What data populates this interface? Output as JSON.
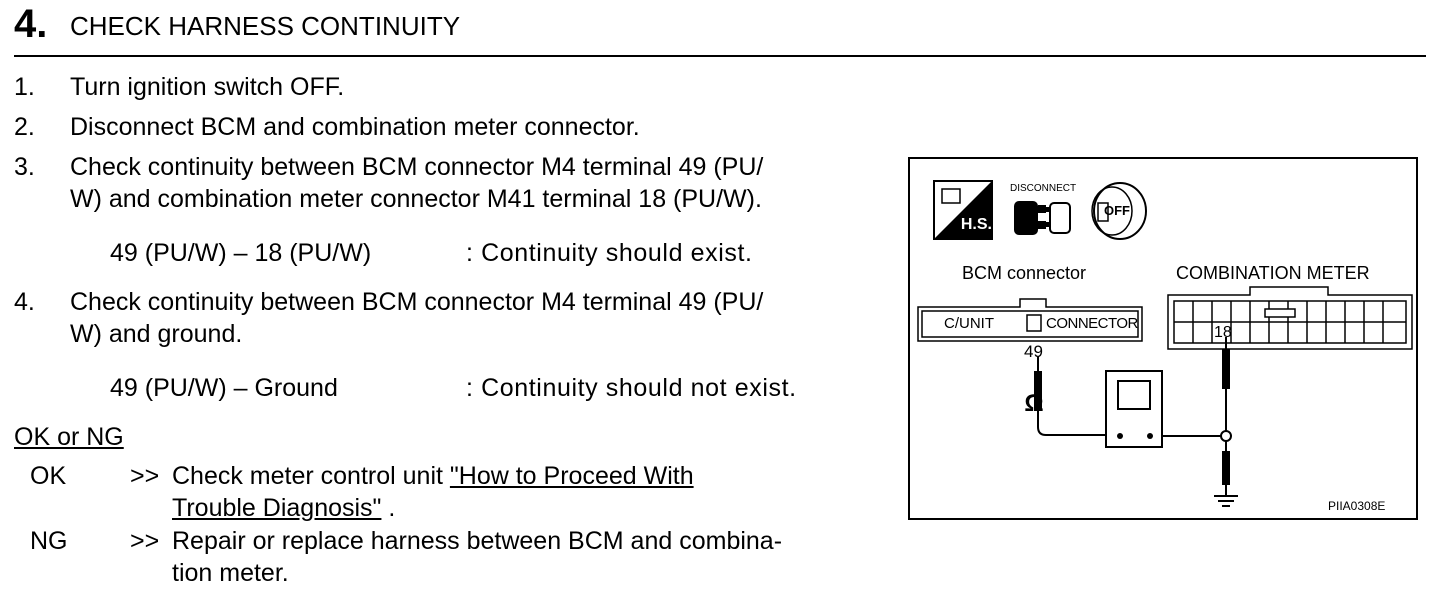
{
  "header": {
    "number": "4.",
    "title": "CHECK HARNESS CONTINUITY"
  },
  "steps": [
    {
      "num": "1.",
      "lines": [
        "Turn ignition switch OFF."
      ]
    },
    {
      "num": "2.",
      "lines": [
        "Disconnect BCM and combination meter connector."
      ]
    },
    {
      "num": "3.",
      "lines": [
        "Check continuity between BCM connector M4 terminal 49 (PU/",
        "W) and combination meter connector M41 terminal 18 (PU/W)."
      ],
      "spec": {
        "left": "49 (PU/W) – 18 (PU/W)",
        "right": ": Continuity should exist."
      }
    },
    {
      "num": "4.",
      "lines": [
        "Check continuity between BCM connector M4 terminal 49 (PU/",
        "W) and ground."
      ],
      "spec": {
        "left": "49 (PU/W) – Ground",
        "right": ": Continuity should not exist."
      }
    }
  ],
  "result": {
    "heading": "OK or NG",
    "ok": {
      "label": "OK",
      "arrow": ">>",
      "text": "Check meter control unit ",
      "link_line1": "\"How to Proceed With",
      "link_line2": "Trouble Diagnosis\"",
      "tail": " ."
    },
    "ng": {
      "label": "NG",
      "arrow": ">>",
      "line1": "Repair or replace harness between BCM and combina-",
      "line2": "tion meter."
    }
  },
  "diagram": {
    "icon_hs": "H.S.",
    "icon_disconnect": "DISCONNECT",
    "icon_off": "OFF",
    "bcm_label": "BCM connector",
    "meter_label": "COMBINATION METER",
    "cunit": "C/UNIT",
    "connector": "CONNECTOR",
    "terminal_bcm": "49",
    "terminal_meter": "18",
    "ohm": "Ω",
    "code": "PIIA0308E"
  }
}
